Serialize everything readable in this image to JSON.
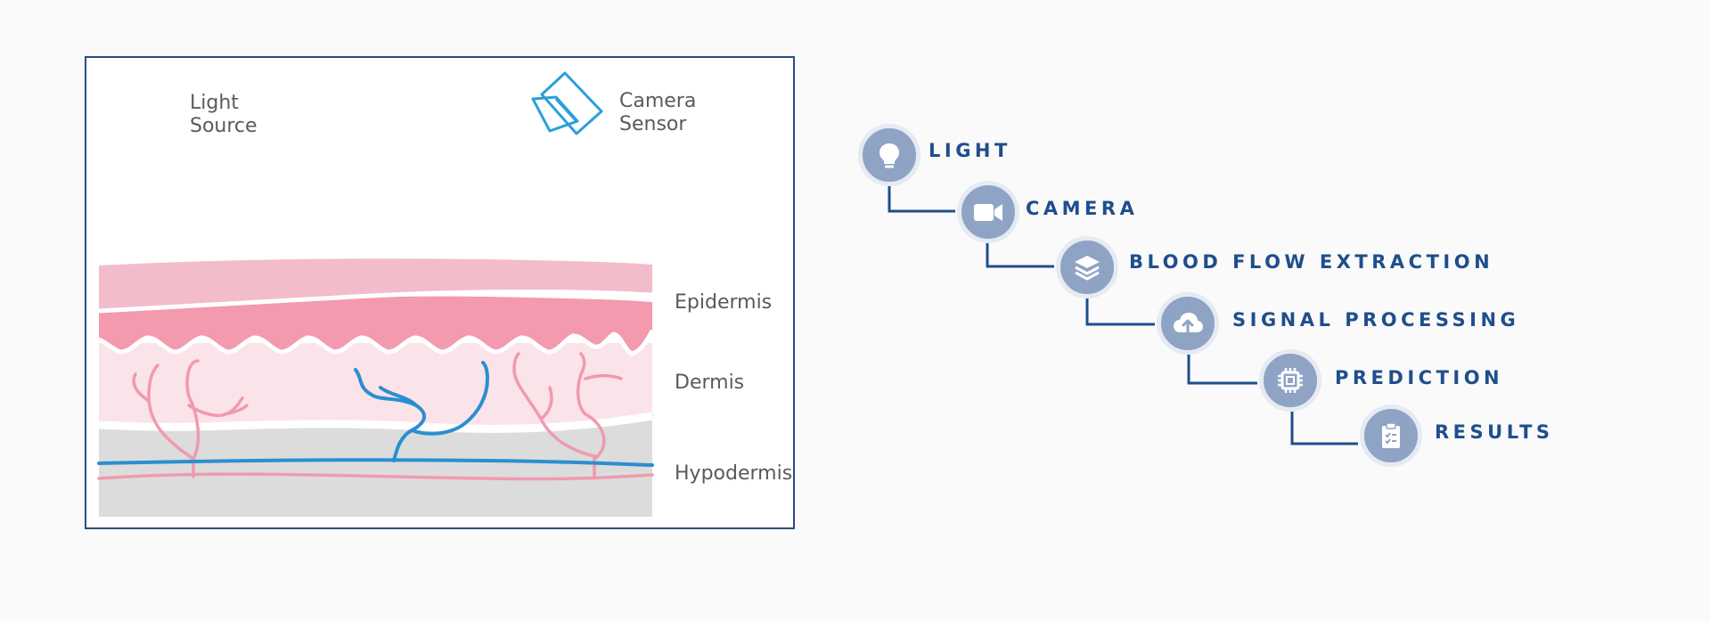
{
  "skin_diagram": {
    "light_source_label": "Light\nSource",
    "camera_sensor_label": "Camera\nSensor",
    "layers": {
      "epidermis": "Epidermis",
      "dermis": "Dermis",
      "hypodermis": "Hypodermis"
    },
    "colors": {
      "border": "#2a4d7f",
      "skin_top": "#f2bccb",
      "epidermis": "#f49aae",
      "dermis": "#fbe3ea",
      "hypodermis": "#dcdcdc",
      "vein": "#2a8fd0",
      "capillary": "#f09aae",
      "camera_icon": "#2aa0d8"
    }
  },
  "pipeline": {
    "steps": [
      {
        "label": "LIGHT",
        "icon": "lightbulb-icon"
      },
      {
        "label": "CAMERA",
        "icon": "video-camera-icon"
      },
      {
        "label": "BLOOD FLOW EXTRACTION",
        "icon": "layers-icon"
      },
      {
        "label": "SIGNAL PROCESSING",
        "icon": "cloud-upload-icon"
      },
      {
        "label": "PREDICTION",
        "icon": "chip-icon"
      },
      {
        "label": "RESULTS",
        "icon": "clipboard-check-icon"
      }
    ],
    "colors": {
      "label": "#1f4e8c",
      "circle": "#8fa3c4",
      "connector": "#1f4e8c"
    }
  }
}
